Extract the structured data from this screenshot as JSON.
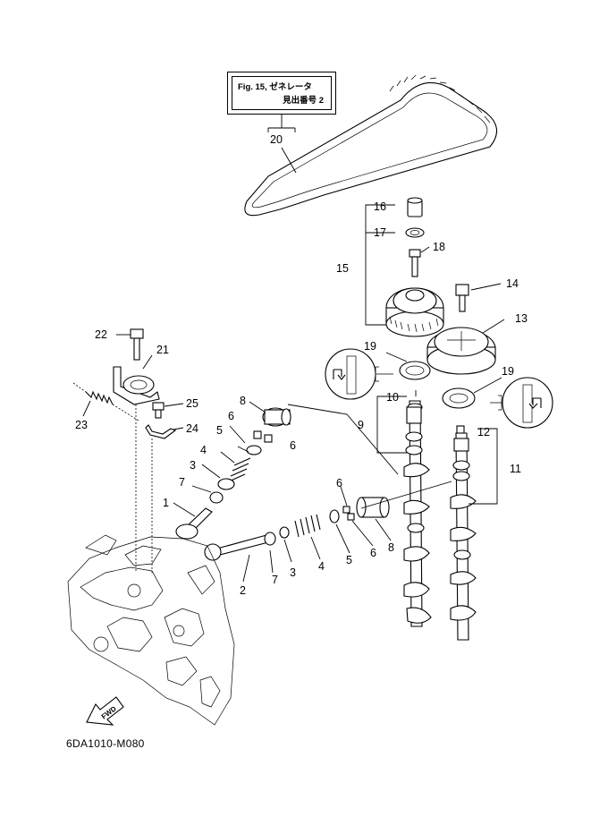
{
  "reference_box": {
    "line1": "Fig. 15, ゼネレータ",
    "line2": "見出番号 2"
  },
  "footer": {
    "code": "6DA1010-M080"
  },
  "fwd": {
    "label": "FWD"
  },
  "callouts": {
    "c1": "1",
    "c2": "2",
    "c3a": "3",
    "c3b": "3",
    "c4a": "4",
    "c4b": "4",
    "c5a": "5",
    "c5b": "5",
    "c6a": "6",
    "c6b": "6",
    "c6c": "6",
    "c6d": "6",
    "c7a": "7",
    "c7b": "7",
    "c8a": "8",
    "c8b": "8",
    "c9": "9",
    "c10": "10",
    "c11": "11",
    "c12": "12",
    "c13": "13",
    "c14": "14",
    "c15": "15",
    "c16": "16",
    "c17": "17",
    "c18": "18",
    "c19a": "19",
    "c19b": "19",
    "c20": "20",
    "c21": "21",
    "c22": "22",
    "c23": "23",
    "c24": "24",
    "c25": "25"
  }
}
